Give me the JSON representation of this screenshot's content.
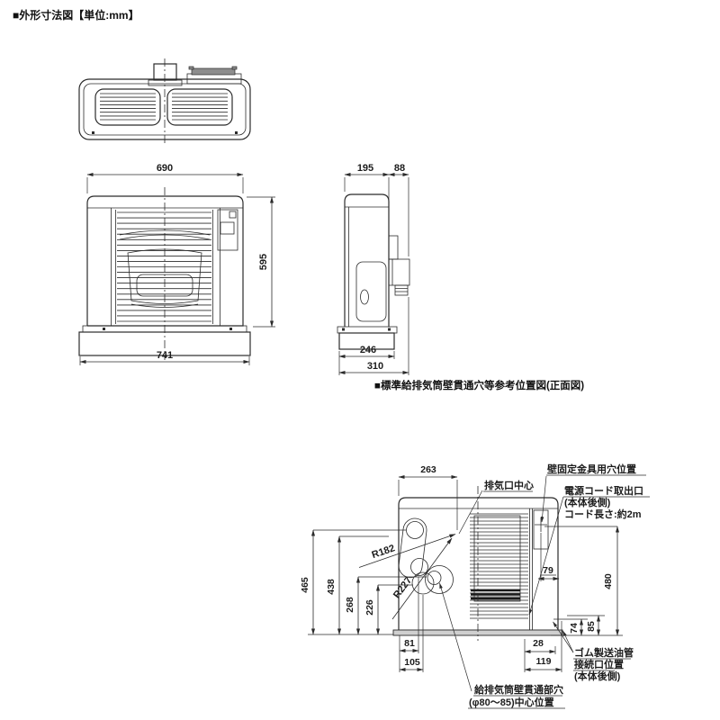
{
  "page": {
    "title1": "■外形寸法図【単位:mm】",
    "title2": "■標準給排気筒壁貫通穴等参考位置図(正面図)"
  },
  "front_view": {
    "width_top": "690",
    "height": "595",
    "width_base": "741"
  },
  "side_view": {
    "depth_body": "195",
    "depth_flue": "88",
    "depth_base": "246",
    "depth_total": "310"
  },
  "position_view": {
    "width_left": "263",
    "h_465": "465",
    "h_438": "438",
    "h_268": "268",
    "h_226": "226",
    "r_182": "R182",
    "r_227": "R227",
    "b_81": "81",
    "b_105": "105",
    "b_28": "28",
    "b_119": "119",
    "r_79": "79",
    "r_480": "480",
    "r_74": "74",
    "r_85": "85",
    "labels": {
      "exhaust": "排気口中心",
      "bracket": "壁固定金具用穴位置",
      "power1": "電源コード取出口",
      "power2": "(本体後側)",
      "power3": "コード長さ:約2m",
      "oil1": "ゴム製送油管",
      "oil2": "接続口位置",
      "oil3": "(本体後側)",
      "hole1": "給排気筒壁貫通部穴",
      "hole2": "(φ80～85)中心位置"
    }
  }
}
